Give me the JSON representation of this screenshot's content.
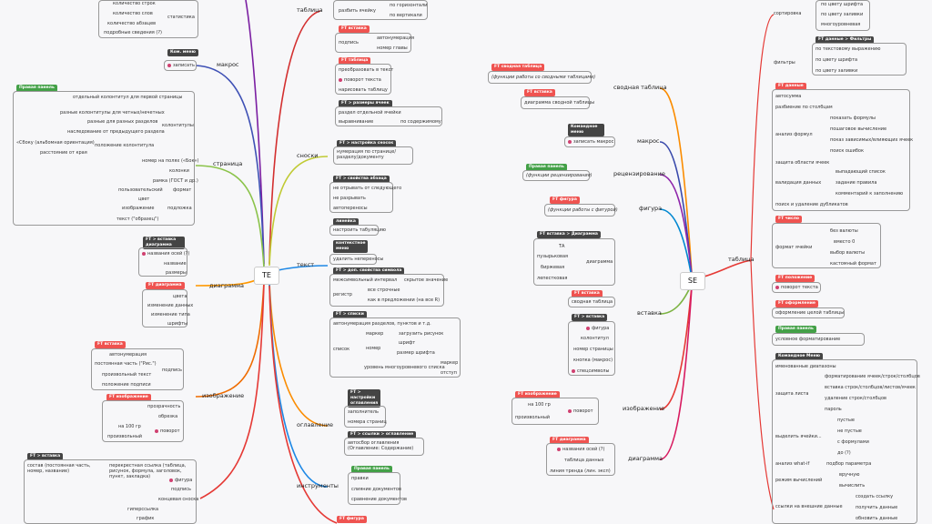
{
  "left_root": "TE",
  "right_root": "SE",
  "L": {
    "statistika": "статистика",
    "kol_strok": "количество строк",
    "kol_slov": "количество слов",
    "kol_abz": "количество абзацев",
    "podrobnye": "подробные сведения (?)",
    "makros": "макрос",
    "kom_menyu": "Ком. меню",
    "zapis": "записать",
    "prav_panel": "Правая панель",
    "otd_kol": "отдельный колонтитул для первой страницы",
    "razn_kol": "разные колонтитулы для четных/нечетных",
    "razn_razd": "разные для разных разделов",
    "nasled": "наследование от предыдущего раздела",
    "kolontituly": "колонтитулы",
    "sboku": "«Сбоку (альбомная ориентация)",
    "polozhenie_kol": "положение колонтитула",
    "rasst": "расстояние от края",
    "nomer_polos": "номер на полях («Бок»)",
    "kolonki": "колонки",
    "ramka": "рамка (ГОСТ и др.)",
    "format": "формат",
    "polzov": "пользовательский",
    "stranica": "страница",
    "cvet": "цвет",
    "izobr": "изображение",
    "tekst_obr": "текст (\"образец\")",
    "podlozhka": "подложка",
    "ft_vstavka_diag": "FT > вставка диаграмма",
    "nazv_osey": "названия осей (?)",
    "nazvanie": "название",
    "razmery": "размеры",
    "ft_diagramma": "FT диаграмма",
    "cveta": "цвета",
    "izm_dannyh": "изменение данных",
    "izm_tipa": "изменение типа",
    "shrifty": "шрифты",
    "diagramma": "диаграмма",
    "ft_vstavka": "FT вставка",
    "avtonum": "автонумерация",
    "post_chast": "постоянная часть (\"Рис.\")",
    "proizv_tekst": "произвольный текст",
    "polozh_podp": "положение подписи",
    "podpis": "подпись",
    "ft_izobr": "FT изображение",
    "prozrach": "прозрачность",
    "obrezka": "обрезка",
    "na_100": "на 100 гр",
    "proizv": "произвольный",
    "povorot": "поворот",
    "izobrazhenie": "изображение",
    "ft_vstavka2": "FT > вставка",
    "sostav": "состав (постоянная часть, номер, название)",
    "perekr": "перекрестная ссылка (таблица, рисунок, формула, заголовок, пункт, закладка)",
    "figura": "фигура",
    "podpis2": "подпись",
    "konc_snoska": "концевая сноска",
    "giperssylka": "гиперссылка",
    "grafik": "график"
  },
  "M": {
    "tablica": "таблица",
    "razb_yacheyku": "разбить ячейку",
    "po_gor": "по горизонтали",
    "po_vert": "по вертикали",
    "ft_vstavka": "FT вставка",
    "podpis": "подпись",
    "avtonum": "автонумерация",
    "nomer_glavy": "номер главы",
    "ft_tablica": "FT таблица",
    "preobr": "преобразовать в текст",
    "povorot_teksta": "поворот текста",
    "narisovat": "нарисовать таблицу",
    "ft_razmery": "FT > размеры ячеек",
    "razd_otd": "раздел отдельной ячейки",
    "vyravn": "выравнивание",
    "po_soderzh": "по содержимому",
    "snoski": "сноски",
    "ft_nastr_snosok": "FT > настройка сносок",
    "num_po_str": "нумерация по странице/разделу/документу",
    "ft_sv_abzaca": "FT > свойства абзаца",
    "ne_otryvat": "не отрывать от следующего",
    "ne_razryvat": "не разрывать",
    "avtoperenosy": "автопереносы",
    "lineyka": "линейка",
    "nastr_tab": "настроить табуляцию",
    "kontekst_menyu": "контекстное меню",
    "udalit_perenosy": "удалить непереносы",
    "ft_dop_sv": "FT > доп. свойства символа",
    "mezhsimv": "межсимвольный интервал",
    "skr_znach": "скрытое значение",
    "registr": "регистр",
    "vse_strochnye": "все строчные",
    "kak_v_predl": "как в предложении (на все R)",
    "tekst": "текст",
    "ft_spiski": "FT > списки",
    "avtonum_razd": "автонумерация разделов, пунктов и т.д.",
    "spisok": "список",
    "marker": "маркер",
    "zagruz_ris": "загрузить рисунок",
    "nomer": "номер",
    "shrift": "шрифт",
    "razmer_shrifta": "размер шрифта",
    "marker2": "маркер",
    "uroven_mnog": "уровень многоуровневого списка",
    "otstup": "отступ",
    "ft_nastr_oglav": "FT > настройки оглавления",
    "zapolnitel": "заполнитель",
    "nomera_str": "номера страниц",
    "ft_vstavka_oglav": "FT > ссылки > оглавление",
    "avtosbor": "автосбор оглавления (Оглавление: Содержание)",
    "oglavlenie": "оглавление",
    "prav_panel": "Правая панель",
    "pravki": "правки",
    "sliyanie": "слияние документов",
    "sravnenie": "сравнение документов",
    "instrumenty": "инструменты",
    "ft_figura": "FT фигура"
  },
  "R": {
    "svodnaya": "сводная таблица",
    "ft_svod": "FT сводная таблица",
    "funkcii_svod": "(функции работы со сводными таблицами)",
    "ft_vstavka": "FT вставка",
    "diag_svod": "диаграмма сводной таблицы",
    "makros": "макрос",
    "kom_menyu": "Командное меню",
    "zapisat_makros": "записать макрос",
    "recenz": "рецензирование",
    "prav_panel": "Правая панель",
    "funkcii_recenz": "(функции рецензирования)",
    "figura": "фигура",
    "ft_figura": "FT фигура",
    "funkcii_figur": "(функции работы с фигурой)",
    "ft_vstavka_diag": "FT вставка > Диаграмма",
    "ta": "ТА",
    "puzyrk": "пузырьковая",
    "birzh": "биржевая",
    "lepestk": "лепестковая",
    "diagramma": "диаграмма",
    "vstavka": "вставка",
    "ft_vstavka2": "FT вставка",
    "svod_tabl": "сводная таблица",
    "ft_vstavka3": "FT > вставка",
    "figura2": "фигура",
    "kolontitul": "колонтитул",
    "nomer_str": "номер страницы",
    "knopka": "кнопка (макрос)",
    "specsimv": "спецсимволы",
    "izobrazhenie": "изображение",
    "ft_izobr": "FT изображение",
    "na_100": "на 100 гр",
    "proizv": "произвольный",
    "povorot": "поворот",
    "diagramma2": "диаграмма",
    "ft_diagramma": "FT диаграмма",
    "nazv_osey": "названия осей (?)",
    "tabl_dannyh": "таблица данных",
    "liniya_trenda": "линия тренда (лин. эксп)"
  },
  "FR": {
    "tablica": "таблица",
    "sortirovka": "сортировка",
    "po_cvetu_shrifta": "по цвету шрифта",
    "po_cvetu_zalivki": "по цвету заливки",
    "mnogourov": "многоуровневая",
    "ft_dannye_filtry": "FT данные > Фильтры",
    "po_tekst_vyr": "по текстовому выражению",
    "po_cvetu_shrifta2": "по цвету шрифта",
    "po_cvetu_zalivki2": "по цвету заливки",
    "filtry": "фильтры",
    "ft_dannye": "FT данные",
    "avtosumma": "автосумма",
    "razbienie": "разбиение по столбцам",
    "pokazat_formuly": "показать формулы",
    "poshagovoe": "пошаговое вычисление",
    "pokaz_zavis": "показ зависимых/влияющих ячеек",
    "poisk_oshibok": "поиск ошибок",
    "analiz_formul": "анализ формул",
    "zashchita_oblasti": "защита области ячеек",
    "vyp_spisok": "выпадающий список",
    "zadanie_pravila": "задание правила",
    "kommentariy": "комментарий к заполнению",
    "validaciya": "валидация данных",
    "poisk_dubl": "поиск и удаление дубликатов",
    "ft_chislo": "FT число",
    "bez_valyuty": "без валюты",
    "vmesto0": "вместо 0",
    "vybor_valyuty": "выбор валюты",
    "kastom_format": "кастомный формат",
    "format_yacheyki": "формат ячейки",
    "ft_polozhenie": "FT положение",
    "povorot_teksta": "поворот текста",
    "ft_oformlenie": "FT оформление",
    "oform_tabl": "оформление целой таблицы",
    "prav_panel": "Правая панель",
    "uslovnoe": "условное форматирование",
    "kom_menyu": "Командное Меню",
    "imenovannye": "именованные диапазоны",
    "formatirovanie_yacheek": "форматирование ячеек/строк/столбцов",
    "vstavka_strok": "вставка строк/столбцов/листов/ячеек",
    "udalenie_strok": "удаление строк/столбцов",
    "parol": "пароль",
    "zashchita_lista": "защита листа",
    "pustye": "пустые",
    "ne_pustye": "не пустые",
    "s_formulami": "с формулами",
    "do": "до (?)",
    "vydelit_yacheyki": "выделить ячейки...",
    "analiz_what_if": "анализ what-if",
    "podbor_param": "подбор параметра",
    "rezhim_vych": "режим вычислений",
    "vruchnuyu": "вручную",
    "vychislit": "вычислить",
    "sozdat_ssylku": "создать ссылку",
    "poluchit_dannye": "получить данные",
    "obnovit_dannye": "обновить данные",
    "ssylki_vnesh": "ссылки на внешние данные"
  }
}
